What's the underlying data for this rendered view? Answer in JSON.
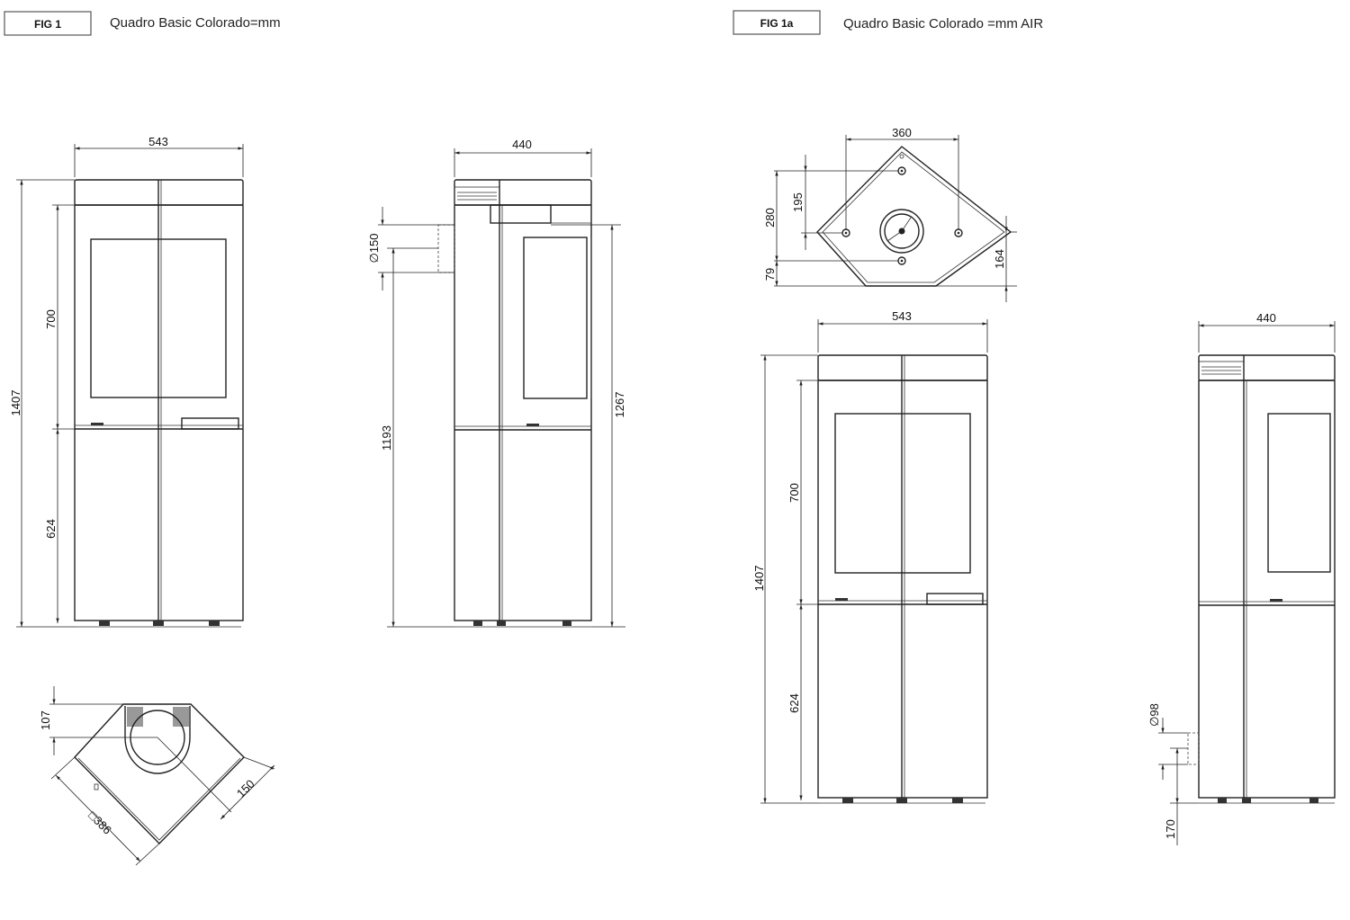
{
  "fig1": {
    "label": "FIG 1",
    "title": "Quadro Basic Colorado=mm",
    "front": {
      "width": "543",
      "height": "1407",
      "upper": "700",
      "lower": "624"
    },
    "side": {
      "depth": "440",
      "flue_diameter": "∅150",
      "flue_height": "1193",
      "total_height": "1267"
    },
    "top": {
      "offset": "107",
      "flue": "150",
      "base": "□386"
    }
  },
  "fig1a": {
    "label": "FIG 1a",
    "title": "Quadro Basic Colorado =mm AIR",
    "top": {
      "width": "360",
      "d195": "195",
      "d280": "280",
      "d79": "79",
      "d164": "164"
    },
    "front": {
      "width": "543",
      "height": "1407",
      "upper": "700",
      "lower": "624"
    },
    "side": {
      "depth": "440",
      "air_diameter": "∅98",
      "air_height": "170"
    }
  }
}
